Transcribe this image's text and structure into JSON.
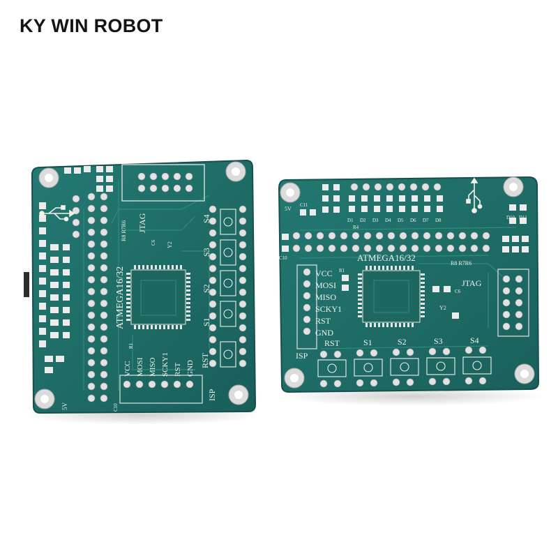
{
  "brand": {
    "text": "KY WIN ROBOT"
  },
  "colors": {
    "pcb": "#1f6e68",
    "pcb_dark": "#17524f",
    "silk": "#f2f2ea",
    "pad": "#e8e8e8",
    "text": "#141414"
  },
  "boards": {
    "left": {
      "chip": "ATMEGA16/32",
      "jtag": "JTAG",
      "isp": "ISP",
      "buttons": [
        "S4",
        "S3",
        "S2",
        "S1"
      ],
      "rst": "RST",
      "resistors": "R8 R7R6",
      "isp_pins": [
        "VCC",
        "MOSI",
        "MISO",
        "SCKY1",
        "RST",
        "GND"
      ],
      "power": "5V",
      "c10": "C10",
      "c6": "C6",
      "y2": "Y2",
      "r1": "R1"
    },
    "right": {
      "chip": "ATMEGA16/32",
      "jtag": "JTAG",
      "isp": "ISP",
      "buttons": [
        "RST",
        "S1",
        "S2",
        "S3",
        "S4"
      ],
      "resistors": "R8 R7R6",
      "isp_pins": [
        "VCC",
        "MOSI",
        "MISO",
        "SCKY1",
        "RST",
        "GND"
      ],
      "leds": [
        "D1",
        "D2",
        "D3",
        "D4",
        "D5",
        "D6",
        "D7",
        "D8"
      ],
      "power": "5V",
      "c10": "C10",
      "c11": "C11",
      "c6": "C6",
      "y2": "Y2",
      "r1": "R1",
      "r4": "R4",
      "d10": "D10",
      "d11": "D11"
    }
  }
}
